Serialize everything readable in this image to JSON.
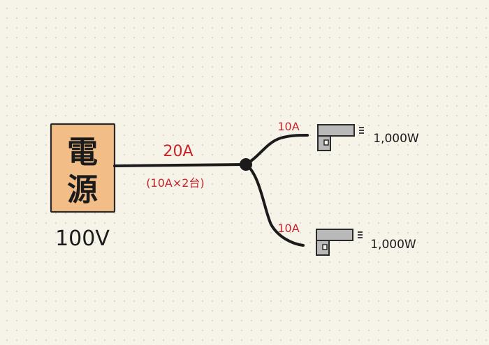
{
  "source": {
    "label_line1": "電",
    "label_line2": "源",
    "voltage": "100V",
    "box_color": "#f2bd86"
  },
  "trunk": {
    "current": "20A",
    "breakdown": "(10A×2台)"
  },
  "branches": [
    {
      "current": "10A",
      "power": "1,000W"
    },
    {
      "current": "10A",
      "power": "1,000W"
    }
  ],
  "colors": {
    "wire": "#1b1b1b",
    "annotation": "#c8232b",
    "device_body": "#b9b9b9"
  },
  "icons": {
    "device": "hair-dryer-icon",
    "junction": "junction-dot"
  }
}
